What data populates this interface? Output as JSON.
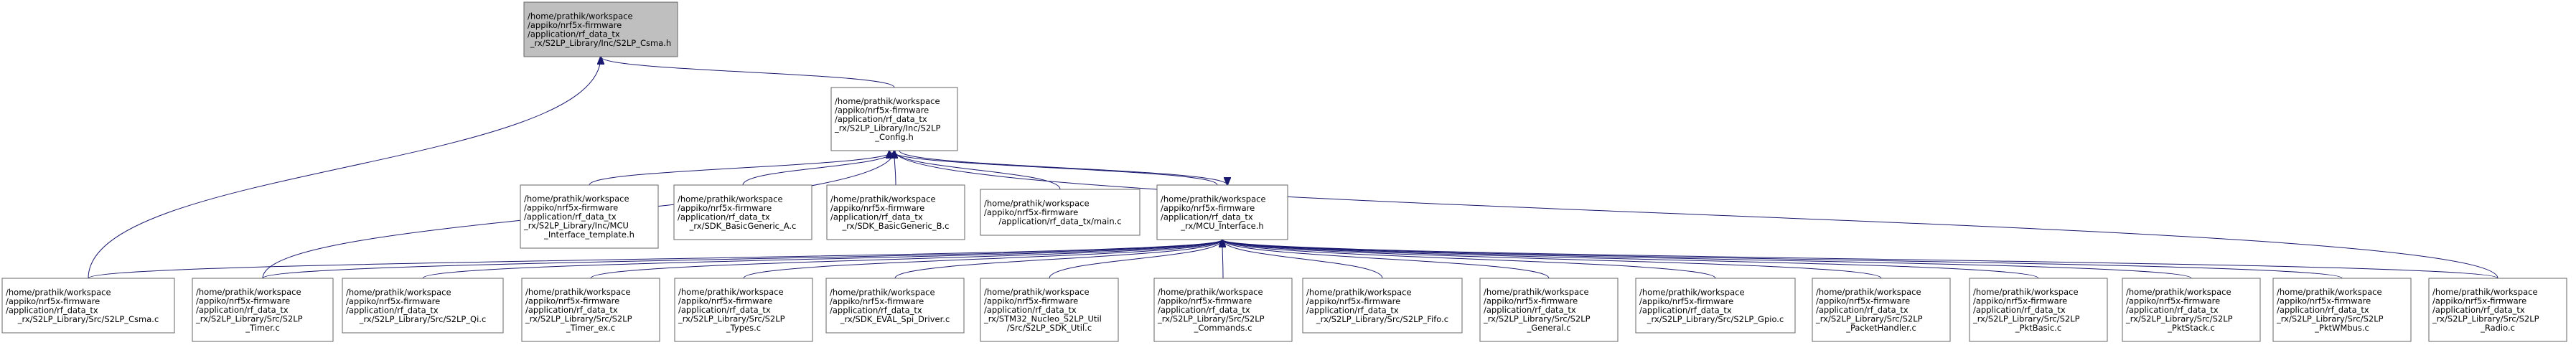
{
  "colors": {
    "background": "#ffffff",
    "node_fill": "#ffffff",
    "root_fill": "#bfbfbf",
    "node_border": "#666666",
    "edge": "#191970",
    "text": "#000000"
  },
  "nodes": [
    {
      "id": "S2LP_Csma_h",
      "root": true,
      "lines": [
        "/home/prathik/workspace",
        "/appiko/nrf5x-firmware",
        "/application/rf_data_tx",
        "_rx/S2LP_Library/Inc/S2LP_Csma.h"
      ]
    },
    {
      "id": "S2LP_Config_h",
      "lines": [
        "/home/prathik/workspace",
        "/appiko/nrf5x-firmware",
        "/application/rf_data_tx",
        "_rx/S2LP_Library/Inc/S2LP",
        "_Config.h"
      ]
    },
    {
      "id": "MCU_Interface_template_h",
      "lines": [
        "/home/prathik/workspace",
        "/appiko/nrf5x-firmware",
        "/application/rf_data_tx",
        "_rx/S2LP_Library/Inc/MCU",
        "_Interface_template.h"
      ]
    },
    {
      "id": "SDK_BasicGeneric_A_c",
      "lines": [
        "/home/prathik/workspace",
        "/appiko/nrf5x-firmware",
        "/application/rf_data_tx",
        "_rx/SDK_BasicGeneric_A.c"
      ]
    },
    {
      "id": "SDK_BasicGeneric_B_c",
      "lines": [
        "/home/prathik/workspace",
        "/appiko/nrf5x-firmware",
        "/application/rf_data_tx",
        "_rx/SDK_BasicGeneric_B.c"
      ]
    },
    {
      "id": "main_c",
      "lines": [
        "/home/prathik/workspace",
        "/appiko/nrf5x-firmware",
        "/application/rf_data_tx/main.c"
      ]
    },
    {
      "id": "MCU_Interface_h",
      "lines": [
        "/home/prathik/workspace",
        "/appiko/nrf5x-firmware",
        "/application/rf_data_tx",
        "_rx/MCU_Interface.h"
      ]
    },
    {
      "id": "S2LP_Csma_c",
      "lines": [
        "/home/prathik/workspace",
        "/appiko/nrf5x-firmware",
        "/application/rf_data_tx",
        "_rx/S2LP_Library/Src/S2LP_Csma.c"
      ]
    },
    {
      "id": "S2LP_Timer_c",
      "lines": [
        "/home/prathik/workspace",
        "/appiko/nrf5x-firmware",
        "/application/rf_data_tx",
        "_rx/S2LP_Library/Src/S2LP",
        "_Timer.c"
      ]
    },
    {
      "id": "S2LP_Qi_c",
      "lines": [
        "/home/prathik/workspace",
        "/appiko/nrf5x-firmware",
        "/application/rf_data_tx",
        "_rx/S2LP_Library/Src/S2LP_Qi.c"
      ]
    },
    {
      "id": "S2LP_Timer_ex_c",
      "lines": [
        "/home/prathik/workspace",
        "/appiko/nrf5x-firmware",
        "/application/rf_data_tx",
        "_rx/S2LP_Library/Src/S2LP",
        "_Timer_ex.c"
      ]
    },
    {
      "id": "S2LP_Types_c",
      "lines": [
        "/home/prathik/workspace",
        "/appiko/nrf5x-firmware",
        "/application/rf_data_tx",
        "_rx/S2LP_Library/Src/S2LP",
        "_Types.c"
      ]
    },
    {
      "id": "SDK_EVAL_Spi_Driver_c",
      "lines": [
        "/home/prathik/workspace",
        "/appiko/nrf5x-firmware",
        "/application/rf_data_tx",
        "_rx/SDK_EVAL_Spi_Driver.c"
      ]
    },
    {
      "id": "STM32_Nucleo_S2LP_SDK_Util_c",
      "lines": [
        "/home/prathik/workspace",
        "/appiko/nrf5x-firmware",
        "/application/rf_data_tx",
        "_rx/STM32_Nucleo_S2LP_Util",
        "/Src/S2LP_SDK_Util.c"
      ]
    },
    {
      "id": "S2LP_Commands_c",
      "lines": [
        "/home/prathik/workspace",
        "/appiko/nrf5x-firmware",
        "/application/rf_data_tx",
        "_rx/S2LP_Library/Src/S2LP",
        "_Commands.c"
      ]
    },
    {
      "id": "S2LP_Fifo_c",
      "lines": [
        "/home/prathik/workspace",
        "/appiko/nrf5x-firmware",
        "/application/rf_data_tx",
        "_rx/S2LP_Library/Src/S2LP_Fifo.c"
      ]
    },
    {
      "id": "S2LP_General_c",
      "lines": [
        "/home/prathik/workspace",
        "/appiko/nrf5x-firmware",
        "/application/rf_data_tx",
        "_rx/S2LP_Library/Src/S2LP",
        "_General.c"
      ]
    },
    {
      "id": "S2LP_Gpio_c",
      "lines": [
        "/home/prathik/workspace",
        "/appiko/nrf5x-firmware",
        "/application/rf_data_tx",
        "_rx/S2LP_Library/Src/S2LP_Gpio.c"
      ]
    },
    {
      "id": "S2LP_PacketHandler_c",
      "lines": [
        "/home/prathik/workspace",
        "/appiko/nrf5x-firmware",
        "/application/rf_data_tx",
        "_rx/S2LP_Library/Src/S2LP",
        "_PacketHandler.c"
      ]
    },
    {
      "id": "S2LP_PktBasic_c",
      "lines": [
        "/home/prathik/workspace",
        "/appiko/nrf5x-firmware",
        "/application/rf_data_tx",
        "_rx/S2LP_Library/Src/S2LP",
        "_PktBasic.c"
      ]
    },
    {
      "id": "S2LP_PktStack_c",
      "lines": [
        "/home/prathik/workspace",
        "/appiko/nrf5x-firmware",
        "/application/rf_data_tx",
        "_rx/S2LP_Library/Src/S2LP",
        "_PktStack.c"
      ]
    },
    {
      "id": "S2LP_PktWMbus_c",
      "lines": [
        "/home/prathik/workspace",
        "/appiko/nrf5x-firmware",
        "/application/rf_data_tx",
        "_rx/S2LP_Library/Src/S2LP",
        "_PktWMbus.c"
      ]
    },
    {
      "id": "S2LP_Radio_c",
      "lines": [
        "/home/prathik/workspace",
        "/appiko/nrf5x-firmware",
        "/application/rf_data_tx",
        "_rx/S2LP_Library/Src/S2LP",
        "_Radio.c"
      ]
    }
  ],
  "edges": [
    {
      "from": "S2LP_Config_h",
      "to": "S2LP_Csma_h"
    },
    {
      "from": "S2LP_Csma_c",
      "to": "S2LP_Csma_h"
    },
    {
      "from": "MCU_Interface_template_h",
      "to": "S2LP_Config_h"
    },
    {
      "from": "SDK_BasicGeneric_A_c",
      "to": "S2LP_Config_h"
    },
    {
      "from": "SDK_BasicGeneric_B_c",
      "to": "S2LP_Config_h"
    },
    {
      "from": "main_c",
      "to": "S2LP_Config_h"
    },
    {
      "from": "MCU_Interface_h",
      "to": "S2LP_Config_h"
    },
    {
      "from": "S2LP_Config_h",
      "to": "MCU_Interface_h"
    },
    {
      "from": "S2LP_Timer_c",
      "to": "S2LP_Config_h"
    },
    {
      "from": "S2LP_Radio_c",
      "to": "S2LP_Config_h"
    },
    {
      "from": "S2LP_Csma_c",
      "to": "MCU_Interface_h"
    },
    {
      "from": "S2LP_Timer_c",
      "to": "MCU_Interface_h"
    },
    {
      "from": "S2LP_Qi_c",
      "to": "MCU_Interface_h"
    },
    {
      "from": "S2LP_Timer_ex_c",
      "to": "MCU_Interface_h"
    },
    {
      "from": "S2LP_Types_c",
      "to": "MCU_Interface_h"
    },
    {
      "from": "SDK_EVAL_Spi_Driver_c",
      "to": "MCU_Interface_h"
    },
    {
      "from": "STM32_Nucleo_S2LP_SDK_Util_c",
      "to": "MCU_Interface_h"
    },
    {
      "from": "S2LP_Commands_c",
      "to": "MCU_Interface_h"
    },
    {
      "from": "S2LP_Fifo_c",
      "to": "MCU_Interface_h"
    },
    {
      "from": "S2LP_General_c",
      "to": "MCU_Interface_h"
    },
    {
      "from": "S2LP_Gpio_c",
      "to": "MCU_Interface_h"
    },
    {
      "from": "S2LP_PacketHandler_c",
      "to": "MCU_Interface_h"
    },
    {
      "from": "S2LP_PktBasic_c",
      "to": "MCU_Interface_h"
    },
    {
      "from": "S2LP_PktStack_c",
      "to": "MCU_Interface_h"
    },
    {
      "from": "S2LP_PktWMbus_c",
      "to": "MCU_Interface_h"
    },
    {
      "from": "S2LP_Radio_c",
      "to": "MCU_Interface_h"
    }
  ]
}
